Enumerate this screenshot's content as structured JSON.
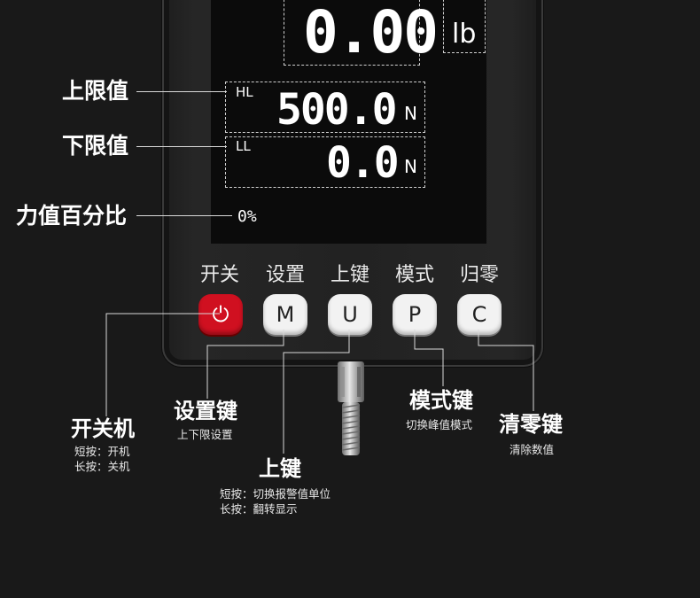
{
  "display": {
    "main_value": "0.00",
    "main_unit": "lb",
    "high_limit": {
      "tag": "HL",
      "value": "500.0",
      "unit": "N"
    },
    "low_limit": {
      "tag": "LL",
      "value": "0.0",
      "unit": "N"
    },
    "percent": "0%"
  },
  "left_labels": {
    "upper_limit": "上限值",
    "lower_limit": "下限值",
    "force_percent": "力值百分比"
  },
  "buttons": [
    {
      "label": "开关",
      "key": "⏻",
      "color": "#d01020"
    },
    {
      "label": "设置",
      "key": "M"
    },
    {
      "label": "上键",
      "key": "U"
    },
    {
      "label": "模式",
      "key": "P"
    },
    {
      "label": "归零",
      "key": "C"
    }
  ],
  "annotations": {
    "power": {
      "title": "开关机",
      "lines": [
        "短按：开机",
        "长按：关机"
      ]
    },
    "set": {
      "title": "设置键",
      "lines": [
        "上下限设置"
      ]
    },
    "up": {
      "title": "上键",
      "lines": [
        "短按：切换报警值单位",
        "长按：翻转显示"
      ]
    },
    "mode": {
      "title": "模式键",
      "lines": [
        "切换峰值模式"
      ]
    },
    "zero": {
      "title": "清零键",
      "lines": [
        "清除数值"
      ]
    }
  }
}
